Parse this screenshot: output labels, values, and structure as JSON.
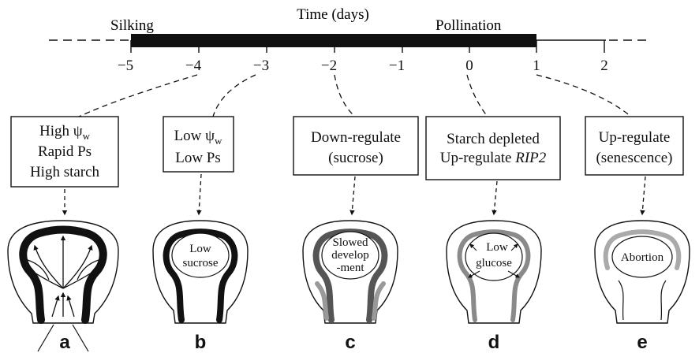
{
  "timeline": {
    "title": "Time (days)",
    "left_label": "Silking",
    "right_label": "Pollination",
    "ticks": [
      "−5",
      "−4",
      "−3",
      "−2",
      "−1",
      "0",
      "1",
      "2"
    ]
  },
  "stages": [
    {
      "letter": "a",
      "box_lines": [
        {
          "pre": "High ψ",
          "sub": "w",
          "post": "",
          "italic": ""
        },
        {
          "pre": "Rapid Ps",
          "sub": "",
          "post": "",
          "italic": ""
        },
        {
          "pre": "High starch",
          "sub": "",
          "post": "",
          "italic": ""
        }
      ],
      "inner_lines": []
    },
    {
      "letter": "b",
      "box_lines": [
        {
          "pre": "Low ψ",
          "sub": "w",
          "post": "",
          "italic": ""
        },
        {
          "pre": "Low Ps",
          "sub": "",
          "post": "",
          "italic": ""
        }
      ],
      "inner_lines": [
        "Low",
        "sucrose"
      ]
    },
    {
      "letter": "c",
      "box_lines": [
        {
          "pre": "Down-regulate",
          "sub": "",
          "post": "",
          "italic": ""
        },
        {
          "pre": "(sucrose)",
          "sub": "",
          "post": "",
          "italic": ""
        }
      ],
      "inner_lines": [
        "Slowed",
        "develop",
        "-ment"
      ]
    },
    {
      "letter": "d",
      "box_lines": [
        {
          "pre": "Starch depleted",
          "sub": "",
          "post": "",
          "italic": ""
        },
        {
          "pre": "Up-regulate ",
          "sub": "",
          "post": "",
          "italic": "RIP2"
        }
      ],
      "inner_lines": [
        "Low",
        "glucose"
      ]
    },
    {
      "letter": "e",
      "box_lines": [
        {
          "pre": "Up-regulate",
          "sub": "",
          "post": "",
          "italic": ""
        },
        {
          "pre": "(senescence)",
          "sub": "",
          "post": "",
          "italic": ""
        }
      ],
      "inner_lines": [
        "Abortion"
      ]
    }
  ]
}
